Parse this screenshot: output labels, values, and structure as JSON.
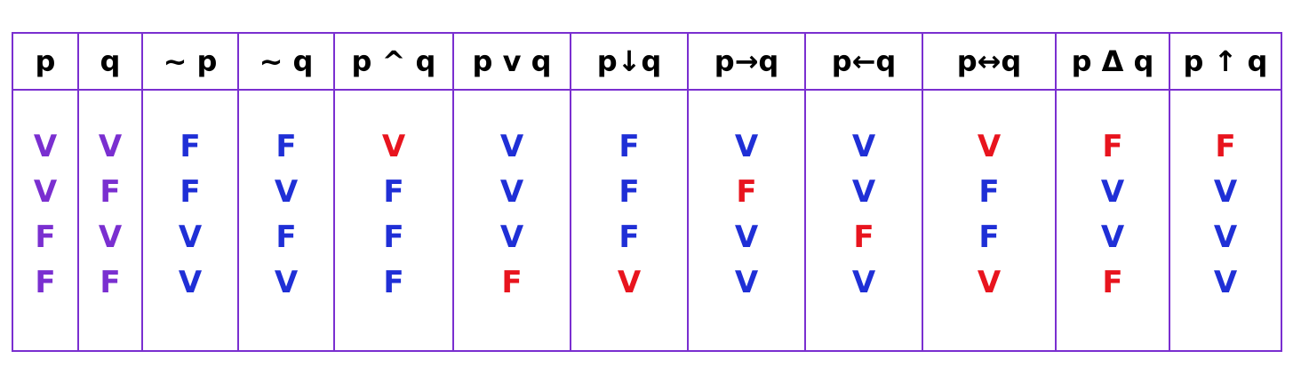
{
  "table": {
    "colors": {
      "purple": "#7a2fd0",
      "blue": "#1f2fd6",
      "red": "#e8141e",
      "border": "#7a2fd0"
    },
    "columns": [
      {
        "header": "p",
        "values": [
          "V",
          "V",
          "F",
          "F"
        ],
        "colors": [
          "purple",
          "purple",
          "purple",
          "purple"
        ]
      },
      {
        "header": "q",
        "values": [
          "V",
          "F",
          "V",
          "F"
        ],
        "colors": [
          "purple",
          "purple",
          "purple",
          "purple"
        ]
      },
      {
        "header": "~ p",
        "values": [
          "F",
          "F",
          "V",
          "V"
        ],
        "colors": [
          "blue",
          "blue",
          "blue",
          "blue"
        ]
      },
      {
        "header": "~ q",
        "values": [
          "F",
          "V",
          "F",
          "V"
        ],
        "colors": [
          "blue",
          "blue",
          "blue",
          "blue"
        ]
      },
      {
        "header": "p ^ q",
        "values": [
          "V",
          "F",
          "F",
          "F"
        ],
        "colors": [
          "red",
          "blue",
          "blue",
          "blue"
        ]
      },
      {
        "header": "p v q",
        "values": [
          "V",
          "V",
          "V",
          "F"
        ],
        "colors": [
          "blue",
          "blue",
          "blue",
          "red"
        ]
      },
      {
        "header": "p↓q",
        "values": [
          "F",
          "F",
          "F",
          "V"
        ],
        "colors": [
          "blue",
          "blue",
          "blue",
          "red"
        ]
      },
      {
        "header": "p→q",
        "values": [
          "V",
          "F",
          "V",
          "V"
        ],
        "colors": [
          "blue",
          "red",
          "blue",
          "blue"
        ]
      },
      {
        "header": "p←q",
        "values": [
          "V",
          "V",
          "F",
          "V"
        ],
        "colors": [
          "blue",
          "blue",
          "red",
          "blue"
        ]
      },
      {
        "header": "p↔q",
        "values": [
          "V",
          "F",
          "F",
          "V"
        ],
        "colors": [
          "red",
          "blue",
          "blue",
          "red"
        ]
      },
      {
        "header": "p Δ q",
        "values": [
          "F",
          "V",
          "V",
          "F"
        ],
        "colors": [
          "red",
          "blue",
          "blue",
          "red"
        ]
      },
      {
        "header": "p ↑ q",
        "values": [
          "F",
          "V",
          "V",
          "V"
        ],
        "colors": [
          "red",
          "blue",
          "blue",
          "blue"
        ]
      }
    ]
  }
}
